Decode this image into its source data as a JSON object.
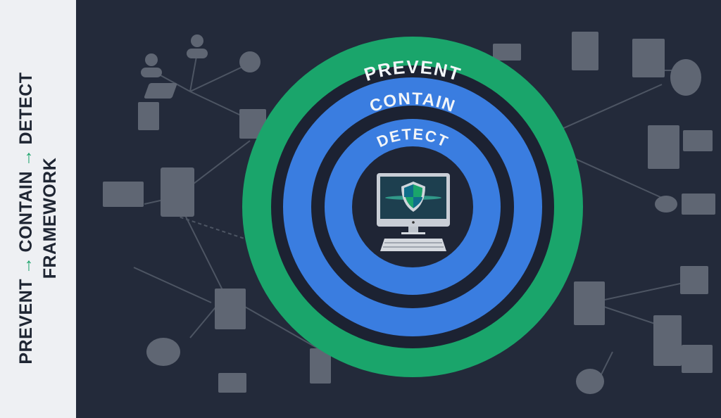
{
  "sidebar": {
    "title_parts": [
      "PREVENT",
      "CONTAIN",
      "DETECT"
    ],
    "arrow": "→",
    "title_line2": "FRAMEWORK"
  },
  "rings": [
    {
      "label": "PREVENT",
      "color": "#1aa56b"
    },
    {
      "label": "CONTAIN",
      "color": "#3a7de0"
    },
    {
      "label": "DETECT",
      "color": "#3a7de0"
    }
  ],
  "center_icon": "shielded-computer-icon",
  "background_icons": [
    "user-icon",
    "globe-icon",
    "switch-icon",
    "server-icon",
    "firewall-icon",
    "monitor-icon",
    "database-icon"
  ],
  "colors": {
    "background": "#232a3a",
    "sidebar": "#eef0f3",
    "accent_green": "#1fa56d",
    "icon_gray": "#5f6673"
  }
}
